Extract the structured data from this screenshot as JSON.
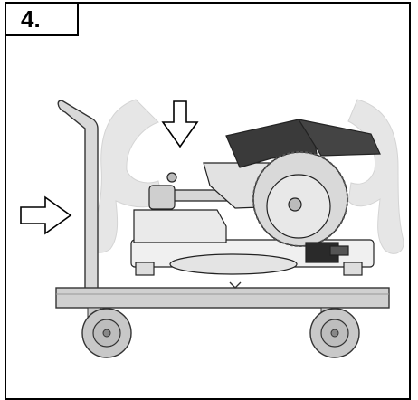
{
  "step": {
    "label": "4."
  },
  "illustration": {
    "icons": [
      "arrow-down-icon",
      "arrow-right-icon",
      "chevron-down-icon",
      "hand-icon",
      "miter-saw",
      "transport-cart"
    ]
  }
}
